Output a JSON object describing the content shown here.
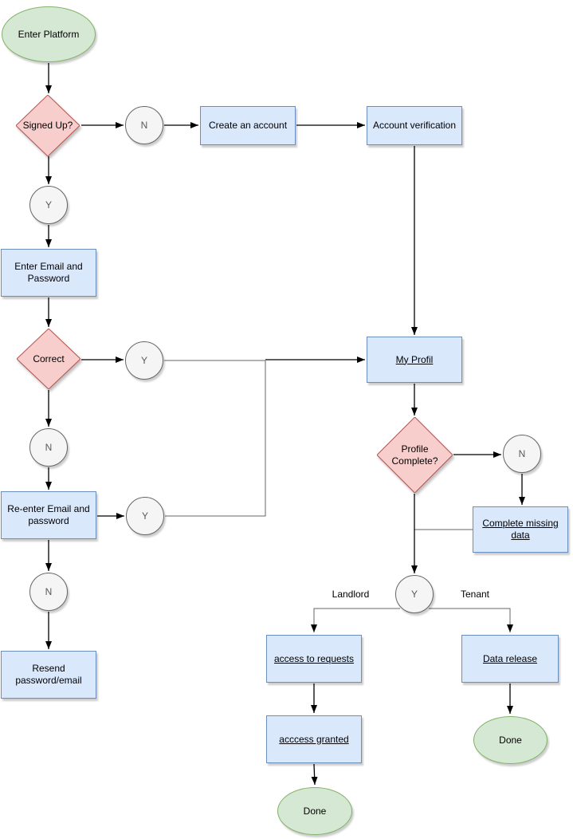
{
  "colors": {
    "background": "#ffffff",
    "text-color": "#000000",
    "line-color": "#000000",
    "terminal-fill": "#d5e8d4",
    "terminal-stroke": "#82b366",
    "process-fill": "#dae8fc",
    "process-stroke": "#6c8ebf",
    "decision-fill": "#f8cecc",
    "decision-stroke": "#b85450",
    "connector-fill": "#f5f5f5",
    "connector-stroke": "#666666"
  },
  "icons": {
    "arrowhead": "filled-triangle-arrow"
  },
  "nodes": {
    "enter_platform": {
      "label": "Enter Platform",
      "type": "terminal"
    },
    "signed_up": {
      "label": "Signed Up?",
      "type": "decision"
    },
    "n_signed_up": {
      "label": "N",
      "type": "connector"
    },
    "create_account": {
      "label": "Create an account",
      "type": "process"
    },
    "account_verification": {
      "label": "Account verification",
      "type": "process"
    },
    "y_signed_up": {
      "label": "Y",
      "type": "connector"
    },
    "enter_email": {
      "label": "Enter Email and Password",
      "type": "process"
    },
    "correct": {
      "label": "Correct",
      "type": "decision"
    },
    "y_correct": {
      "label": "Y",
      "type": "connector"
    },
    "n_correct": {
      "label": "N",
      "type": "connector"
    },
    "reenter_email": {
      "label": "Re-enter Email and password",
      "type": "process"
    },
    "y_reenter": {
      "label": "Y",
      "type": "connector"
    },
    "n_reenter": {
      "label": "N",
      "type": "connector"
    },
    "resend": {
      "label": "Resend password/email",
      "type": "process"
    },
    "my_profil": {
      "label": "My Profil",
      "type": "process",
      "underlined": true
    },
    "profile_complete": {
      "label": "Profile Complete?",
      "type": "decision"
    },
    "n_profile": {
      "label": "N",
      "type": "connector"
    },
    "complete_missing": {
      "label": "Complete missing data",
      "type": "process",
      "underlined": true
    },
    "y_profile": {
      "label": "Y",
      "type": "connector"
    },
    "access_requests": {
      "label": "access to requests",
      "type": "process",
      "underlined": true
    },
    "data_release": {
      "label": "Data release",
      "type": "process",
      "underlined": true
    },
    "acccess_granted": {
      "label": "acccess granted",
      "type": "process",
      "underlined": true
    },
    "done_landlord": {
      "label": "Done",
      "type": "terminal"
    },
    "done_tenant": {
      "label": "Done",
      "type": "terminal"
    }
  },
  "edge_labels": {
    "landlord": "Landlord",
    "tenant": "Tenant"
  },
  "edges": [
    {
      "from": "enter_platform",
      "to": "signed_up"
    },
    {
      "from": "signed_up",
      "to": "n_signed_up"
    },
    {
      "from": "n_signed_up",
      "to": "create_account"
    },
    {
      "from": "create_account",
      "to": "account_verification"
    },
    {
      "from": "account_verification",
      "to": "my_profil"
    },
    {
      "from": "signed_up",
      "to": "y_signed_up"
    },
    {
      "from": "y_signed_up",
      "to": "enter_email"
    },
    {
      "from": "enter_email",
      "to": "correct"
    },
    {
      "from": "correct",
      "to": "y_correct"
    },
    {
      "from": "y_correct",
      "to": "my_profil"
    },
    {
      "from": "correct",
      "to": "n_correct"
    },
    {
      "from": "n_correct",
      "to": "reenter_email"
    },
    {
      "from": "reenter_email",
      "to": "y_reenter"
    },
    {
      "from": "y_reenter",
      "to": "my_profil"
    },
    {
      "from": "reenter_email",
      "to": "n_reenter"
    },
    {
      "from": "n_reenter",
      "to": "resend"
    },
    {
      "from": "my_profil",
      "to": "profile_complete"
    },
    {
      "from": "profile_complete",
      "to": "n_profile"
    },
    {
      "from": "n_profile",
      "to": "complete_missing"
    },
    {
      "from": "complete_missing",
      "to": "y_profile"
    },
    {
      "from": "profile_complete",
      "to": "y_profile"
    },
    {
      "from": "y_profile",
      "to": "access_requests",
      "label": "Landlord"
    },
    {
      "from": "y_profile",
      "to": "data_release",
      "label": "Tenant"
    },
    {
      "from": "access_requests",
      "to": "acccess_granted"
    },
    {
      "from": "acccess_granted",
      "to": "done_landlord"
    },
    {
      "from": "data_release",
      "to": "done_tenant"
    }
  ]
}
